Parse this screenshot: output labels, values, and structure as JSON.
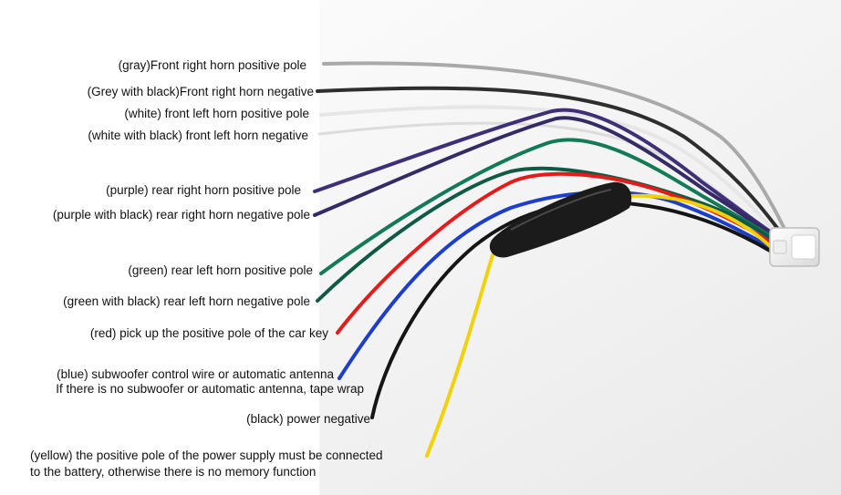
{
  "labels": {
    "gray": "(gray)Front right horn positive pole",
    "grey_black": "(Grey with black)Front right horn negative",
    "white": "(white) front left horn positive pole",
    "white_black": "(white with black) front left horn negative",
    "purple": "(purple) rear right horn positive pole",
    "purple_black": "(purple with black) rear right horn negative pole",
    "green": "(green) rear left horn positive pole",
    "green_black": "(green with black) rear left horn negative pole",
    "red": "(red) pick up the positive pole of the car key",
    "blue_1": "(blue) subwoofer control wire or automatic antenna",
    "blue_2": "If there is no subwoofer or automatic antenna, tape wrap",
    "black": "(black) power negative",
    "yellow_1": "(yellow) the positive pole of the power supply must be connected",
    "yellow_2": "to the battery, otherwise there is no memory function"
  },
  "wire_colors": {
    "gray": "#a9a9a9",
    "grey_black": "#2e2e2e",
    "white": "#e6e6e6",
    "white_black": "#dcdcdc",
    "purple": "#3f2f78",
    "purple_black": "#352a66",
    "green": "#127a55",
    "green_black": "#0f5a45",
    "red": "#e41b1b",
    "blue": "#1d3ec8",
    "black": "#151515",
    "yellow": "#f2d10a"
  }
}
